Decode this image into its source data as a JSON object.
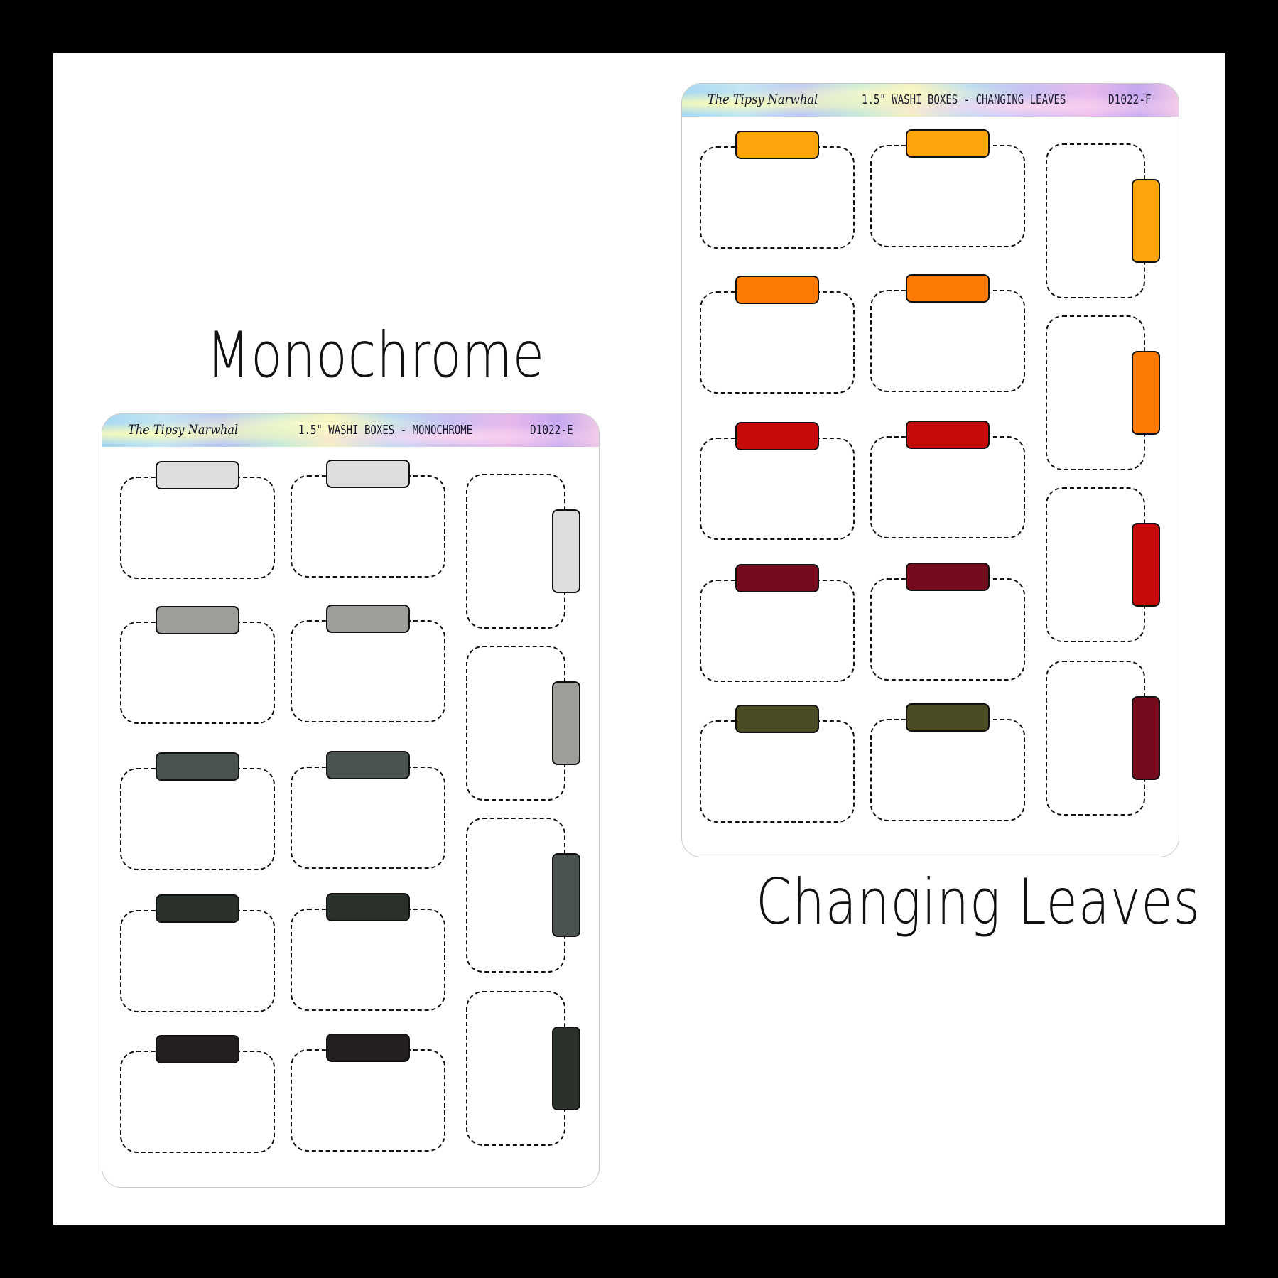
{
  "left": {
    "caption": "Monochrome",
    "header": {
      "brand": "The Tipsy Narwhal",
      "title": "1.5\" WASHI BOXES - MONOCHROME",
      "code": "D1022-E"
    },
    "colors": [
      "#dcdddf",
      "#9c9f9a",
      "#4b5350",
      "#2b322c",
      "#231f1f"
    ]
  },
  "right": {
    "caption": "Changing Leaves",
    "header": {
      "brand": "The Tipsy Narwhal",
      "title": "1.5\" WASHI BOXES - CHANGING LEAVES",
      "code": "D1022-F"
    },
    "colors": [
      "#fda40a",
      "#fd7a07",
      "#c50a0a",
      "#750b1c",
      "#4a4a23"
    ]
  }
}
